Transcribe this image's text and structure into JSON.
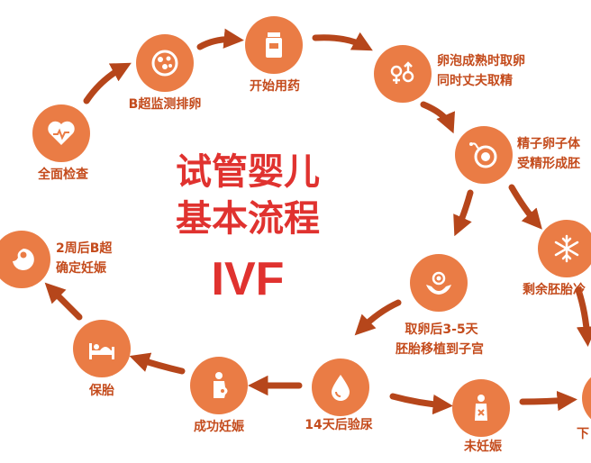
{
  "title": {
    "line1": "试管婴儿",
    "line2": "基本流程",
    "line3": "IVF"
  },
  "steps": {
    "exam": "全面检查",
    "bscan": "B超监测排卵",
    "meds": "开始用药",
    "retrieve_1": "卵泡成熟时取卵",
    "retrieve_2": "同时丈夫取精",
    "fertilize_1": "精子卵子体",
    "fertilize_2": "受精形成胚",
    "freeze": "剩余胚胎冷",
    "transfer_1": "取卵后3-5天",
    "transfer_2": "胚胎移植到子宫",
    "urine": "14天后验尿",
    "success": "成功妊娠",
    "notpreg": "未妊娠",
    "next": "下",
    "keep": "保胎",
    "confirm_1": "2周后B超",
    "confirm_2": "确定妊娠"
  },
  "icons": {
    "exam": "heart-icon",
    "bscan": "cells-icon",
    "meds": "medicine-bottle-icon",
    "retrieve": "gender-symbols-icon",
    "fertilize": "sperm-egg-icon",
    "freeze": "snowflake-icon",
    "transfer": "hands-embryo-icon",
    "urine": "drop-icon",
    "success": "pregnant-woman-icon",
    "notpreg": "not-pregnant-icon",
    "keep": "bed-icon",
    "confirm": "fetus-icon"
  },
  "colors": {
    "node": "#ea7c45",
    "arrow": "#b6461b",
    "text": "#c44b1c",
    "title": "#e0322f"
  }
}
